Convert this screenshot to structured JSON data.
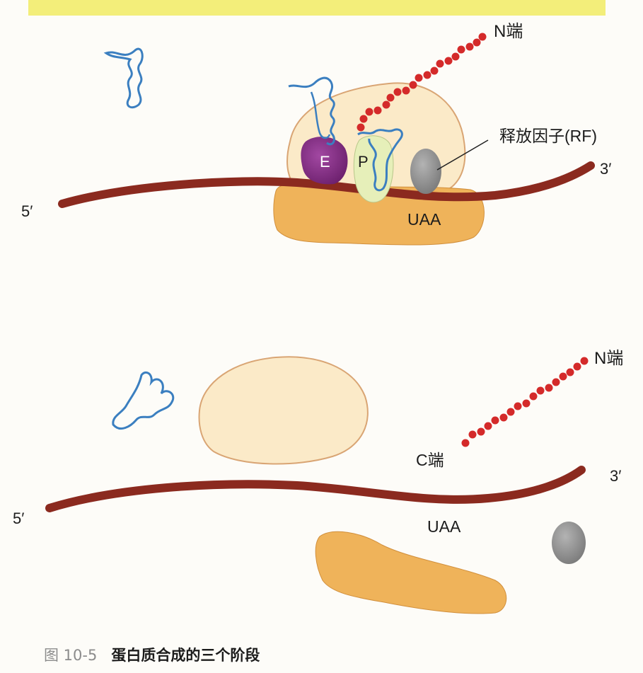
{
  "panel_top": {
    "label_5prime": "5′",
    "label_3prime": "3′",
    "label_n_end": "N端",
    "label_release_factor": "释放因子(RF)",
    "label_e_site": "E",
    "label_p_site": "P",
    "label_stop_codon": "UAA"
  },
  "panel_bottom": {
    "label_5prime": "5′",
    "label_3prime": "3′",
    "label_n_end": "N端",
    "label_c_end": "C端",
    "label_stop_codon": "UAA"
  },
  "caption": {
    "figure_number": "图 10-5",
    "title": "蛋白质合成的三个阶段"
  },
  "colors": {
    "banner": "#f3ee7a",
    "mrna": "#8b2a1f",
    "trna": "#3b7fc0",
    "polypeptide": "#d42a2a",
    "large_subunit": "#fbeac8",
    "small_subunit": "#efb35a",
    "e_site": "#7d2a7e",
    "p_site": "#e6efb9",
    "release_factor": "#8d8d8d"
  }
}
